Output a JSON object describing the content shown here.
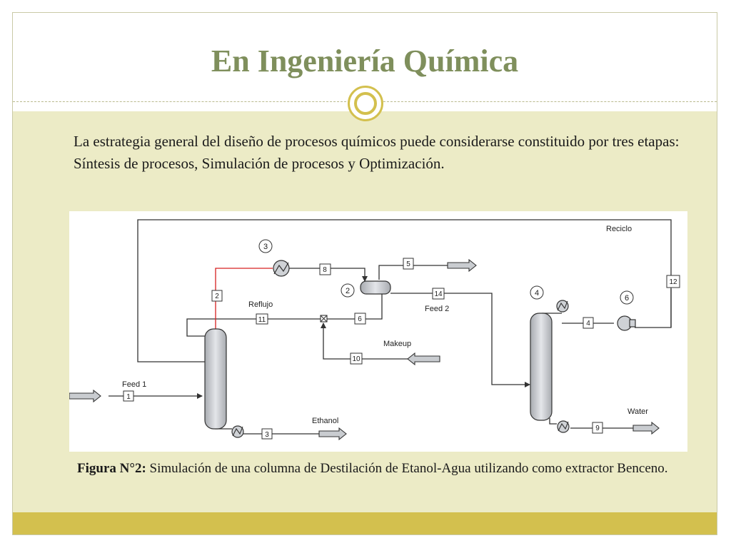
{
  "slide": {
    "title": "En Ingeniería Química",
    "intro": "La estrategia general del diseño de procesos químicos puede considerarse constituido por tres etapas: Síntesis de procesos, Simulación de procesos y Optimización.",
    "caption_label": "Figura N°2:",
    "caption_text": " Simulación de una columna de Destilación de Etanol-Agua utilizando como extractor Benceno."
  },
  "diagram": {
    "labels": {
      "reciclo": "Reciclo",
      "reflujo": "Reflujo",
      "feed1": "Feed 1",
      "feed2": "Feed 2",
      "makeup": "Makeup",
      "ethanol": "Ethanol",
      "water": "Water"
    },
    "stream_numbers": [
      "1",
      "2",
      "3",
      "4",
      "5",
      "6",
      "8",
      "9",
      "10",
      "11",
      "12",
      "14"
    ],
    "unit_numbers": [
      "2",
      "3",
      "4",
      "6"
    ]
  },
  "colors": {
    "title": "#7f8f5c",
    "content_bg": "#ecebc6",
    "accent": "#d3c04e",
    "recycle_line": "#d62020"
  }
}
